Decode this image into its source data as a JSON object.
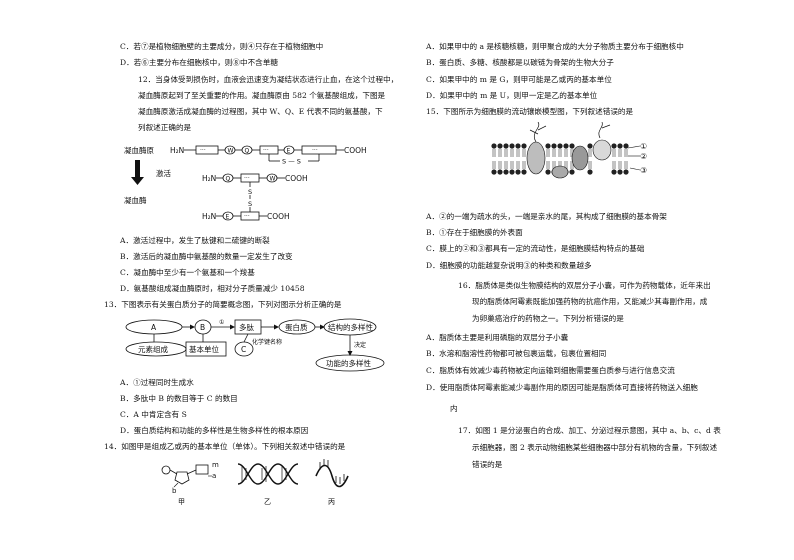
{
  "left": {
    "q11_options": {
      "C": "C．若⑦是植物细胞壁的主要成分，则④只存在于植物细胞中",
      "D": "D．若⑥主要分布在细胞核中，则⑧中不含单糖"
    },
    "q12": {
      "stem_l1": "12．当身体受到损伤时，血液会迅速变为凝结状态进行止血，在这个过程中，",
      "stem_l2": "凝血酶原起到了至关重要的作用。凝血酶原由 582 个氨基酸组成，下图是",
      "stem_l3": "凝血酶原激活成凝血酶的过程图，其中 W、Q、E 代表不同的氨基酸，下",
      "stem_l4": "列叙述正确的是",
      "fig": {
        "pro_label": "凝血酶原",
        "activate": "激活",
        "enzyme_label": "凝血酶",
        "h2n": "H₂N",
        "cooh": "COOH",
        "dots": "···",
        "W": "W",
        "Q": "Q",
        "E": "E",
        "ss": "S — S",
        "s": "S"
      },
      "A": "A．激活过程中，发生了肽键和二硫键的断裂",
      "B": "B．激活后的凝血酶中氨基酸的数量一定发生了改变",
      "C": "C．凝血酶中至少有一个氨基和一个羧基",
      "D": "D．氨基酸组成凝血酶原时，相对分子质量减少 10458"
    },
    "q13": {
      "stem": "13．下图表示有关蛋白质分子的简要概念图，下列对图示分析正确的是",
      "fig": {
        "A": "A",
        "B": "B",
        "arrow1": "①",
        "polypeptide": "多肽",
        "protein": "蛋白质",
        "diversity": "结构的多样性",
        "elements": "元素组成",
        "basic_unit": "基本单位",
        "C": "C",
        "chem_bond": "化学键名称",
        "decide": "决定",
        "func": "功能的多样性"
      },
      "A": "A．①过程同时生成水",
      "B": "B．多肽中 B 的数目等于 C 的数目",
      "C": "C．A 中肯定含有 S",
      "D": "D．蛋白质结构和功能的多样性是生物多样性的根本原因"
    },
    "q14": {
      "stem": "14．如图甲是组成乙或丙的基本单位（单体）。下列相关叙述中错误的是",
      "fig": {
        "a": "a",
        "b": "b",
        "m": "m",
        "jia": "甲",
        "yi": "乙",
        "bing": "丙"
      }
    }
  },
  "right": {
    "q14_options": {
      "A": "A．如果甲中的 a 是核糖核糖，则甲聚合成的大分子物质主要分布于细胞核中",
      "B": "B．蛋白质、多糖、核酸都是以碳链为骨架的生物大分子",
      "C": "C．如果甲中的 m 是 G，则甲可能是乙或丙的基本单位",
      "D": "D．如果甲中的 m 是 U，则甲一定是乙的基本单位"
    },
    "q15": {
      "stem": "15．下图所示为细胞膜的流动镶嵌模型图，下列叙述错误的是",
      "fig": {
        "n1": "①",
        "n2": "②",
        "n3": "③"
      },
      "A": "A．②的一端为疏水的头，一端是亲水的尾，其构成了细胞膜的基本骨架",
      "B": "B．①存在于细胞膜的外表面",
      "C": "C．膜上的②和③都具有一定的流动性，是细胞膜结构特点的基础",
      "D": "D．细胞膜的功能越复杂说明③的种类和数量越多"
    },
    "q16": {
      "stem_l1": "16．脂质体是类似生物膜结构的双层分子小囊，可作为药物载体，近年来出",
      "stem_l2": "现的脂质体阿霉素既能加强药物的抗癌作用，又能减少其毒副作用，成",
      "stem_l3": "为卵巢癌治疗的药物之一。下列分析错误的是",
      "A": "A．脂质体主要是利用磷脂的双层分子小囊",
      "B": "B．水溶和脂溶性药物都可被包裹运载，包裹位置相同",
      "C": "C．脂质体有效减少毒药物被定向运输到细胞需要蛋白质参与进行信息交流",
      "D_l1": "D．使用脂质体阿霉素能减少毒副作用的原因可能是脂质体可直接将药物送入细胞",
      "D_l2": "内"
    },
    "q17": {
      "stem_l1": "17．如图 1 是分泌蛋白的合成、加工、分泌过程示意图，其中 a、b、c、d 表",
      "stem_l2": "示细胞器，图 2 表示动物细胞某些细胞器中部分有机物的含量，下列叙述",
      "stem_l3": "错误的是"
    }
  }
}
